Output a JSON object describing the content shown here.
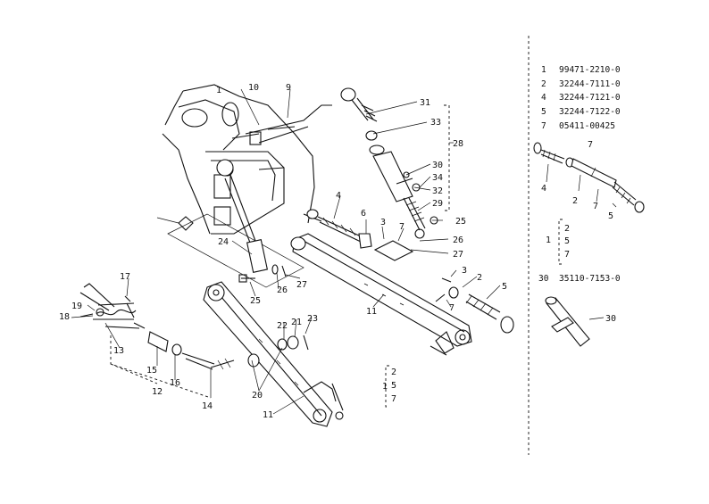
{
  "legend": {
    "rows": [
      {
        "no": "1",
        "part": "99471-2210-0"
      },
      {
        "no": "2",
        "part": "32244-7111-0"
      },
      {
        "no": "4",
        "part": "32244-7121-0"
      },
      {
        "no": "5",
        "part": "32244-7122-0"
      },
      {
        "no": "7",
        "part": "05411-00425"
      }
    ],
    "group_label": "1",
    "group_items": [
      "2",
      "5",
      "7"
    ],
    "row30": {
      "no": "30",
      "part": "35110-7153-0"
    }
  },
  "inset_callouts": {
    "top_7": "7",
    "left_4": "4",
    "mid_2": "2",
    "mid_7": "7",
    "right_5": "5",
    "tool_30": "30"
  },
  "callouts": {
    "c1": "1",
    "c10": "10",
    "c9": "9",
    "c31": "31",
    "c33": "33",
    "c28": "28",
    "c30": "30",
    "c34": "34",
    "c32": "32",
    "c29": "29",
    "c25a": "25",
    "c4": "4",
    "c6": "6",
    "c3a": "3",
    "c7a": "7",
    "c26a": "26",
    "c27a": "27",
    "c3b": "3",
    "c2": "2",
    "c5": "5",
    "c7b": "7",
    "c11a": "11",
    "c24": "24",
    "c25b": "25",
    "c26b": "26",
    "c27b": "27",
    "c17": "17",
    "c19": "19",
    "c18": "18",
    "c13": "13",
    "c15": "15",
    "c16": "16",
    "c12": "12",
    "c14": "14",
    "c20": "20",
    "c22": "22",
    "c21": "21",
    "c23": "23",
    "c11b": "11"
  },
  "bottom_group": {
    "label": "1",
    "items": [
      "2",
      "5",
      "7"
    ]
  }
}
